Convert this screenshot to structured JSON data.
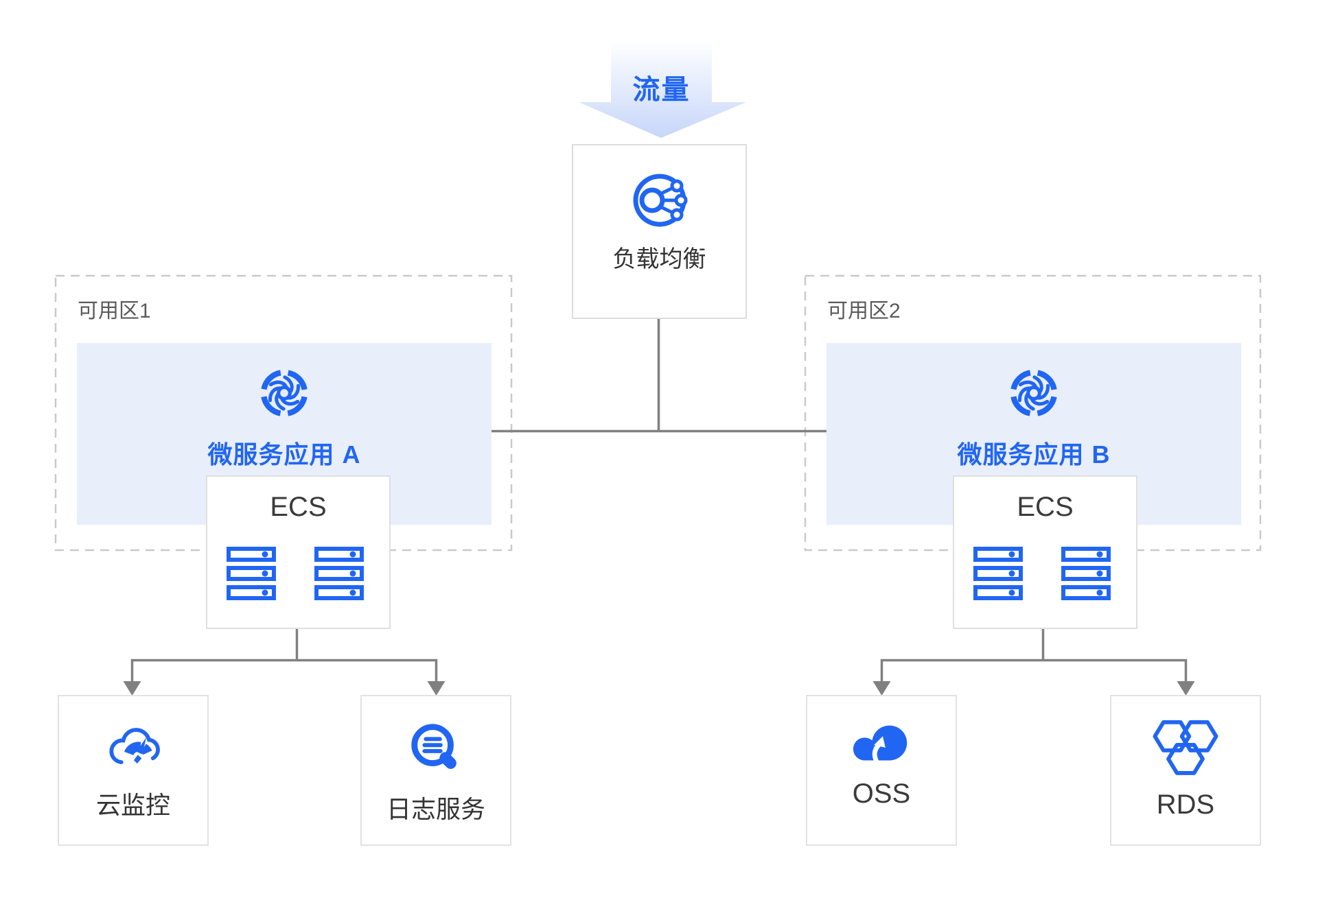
{
  "flow": {
    "label": "流量",
    "icon": "flow-down-arrow"
  },
  "load_balancer": {
    "label": "负载均衡",
    "icon": "load-balancer-icon"
  },
  "zones": [
    {
      "label": "可用区1",
      "app": {
        "label": "微服务应用 A",
        "icon": "microservice-icon"
      },
      "ecs": {
        "label": "ECS",
        "icon": "server-stack-icon"
      },
      "services": [
        {
          "label": "云监控",
          "icon": "cloud-monitor-icon"
        },
        {
          "label": "日志服务",
          "icon": "log-service-icon"
        }
      ]
    },
    {
      "label": "可用区2",
      "app": {
        "label": "微服务应用 B",
        "icon": "microservice-icon"
      },
      "ecs": {
        "label": "ECS",
        "icon": "server-stack-icon"
      },
      "services": [
        {
          "label": "OSS",
          "icon": "oss-cloud-upload-icon"
        },
        {
          "label": "RDS",
          "icon": "rds-hexagons-icon"
        }
      ]
    }
  ],
  "colors": {
    "accent_blue": "#2166f2",
    "app_rect_fill": "#e9eefb",
    "arrow_gradient_top": "#fdfeff",
    "arrow_gradient_bottom": "#c7d6f9",
    "connector_gray": "#808080",
    "dashed_border": "#c9c9c9",
    "box_border": "#e0e0e0",
    "text_dark": "#333333",
    "zone_label_gray": "#5a5a5a"
  }
}
